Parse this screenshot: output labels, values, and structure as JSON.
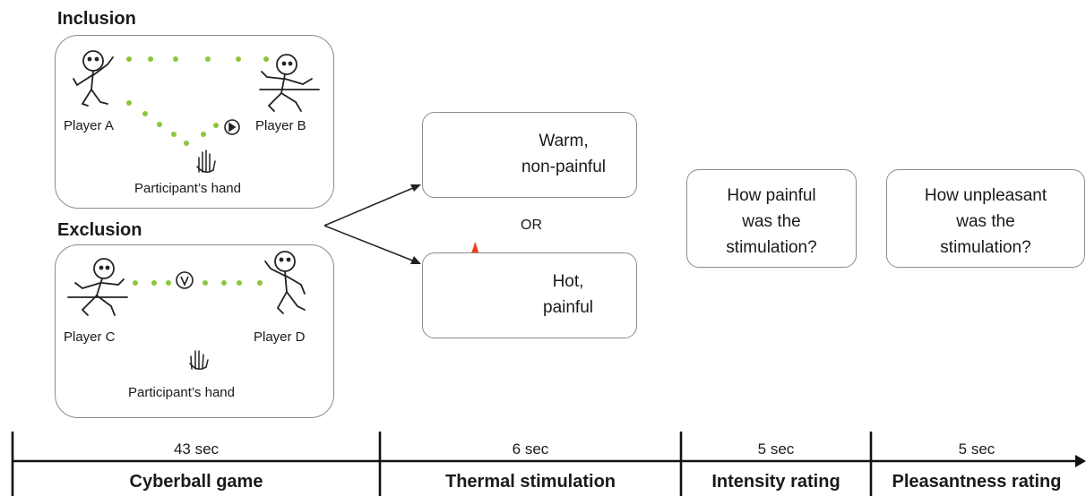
{
  "cyberball": {
    "inclusion": {
      "heading": "Inclusion",
      "player_left": "Player A",
      "player_right": "Player B",
      "participant": "Participant’s hand"
    },
    "exclusion": {
      "heading": "Exclusion",
      "player_left": "Player C",
      "player_right": "Player D",
      "participant": "Participant’s hand"
    }
  },
  "stimulation": {
    "warm": {
      "line1": "Warm,",
      "line2": "non-painful"
    },
    "or_text": "OR",
    "hot": {
      "line1": "Hot,",
      "line2": "painful"
    }
  },
  "ratings": {
    "intensity": {
      "line1": "How painful",
      "line2": "was the",
      "line3": "stimulation?"
    },
    "pleasantness": {
      "line1": "How unpleasant",
      "line2": "was the",
      "line3": "stimulation?"
    }
  },
  "timeline": [
    {
      "duration": "43 sec",
      "phase": "Cyberball game"
    },
    {
      "duration": "6 sec",
      "phase": "Thermal stimulation"
    },
    {
      "duration": "5 sec",
      "phase": "Intensity rating"
    },
    {
      "duration": "5 sec",
      "phase": "Pleasantness rating"
    }
  ],
  "colors": {
    "ball_trail": "#8cc63f",
    "flame_outer": "#e8421c",
    "flame_inner": "#f9d03b",
    "box_border": "#8c8c8c"
  }
}
